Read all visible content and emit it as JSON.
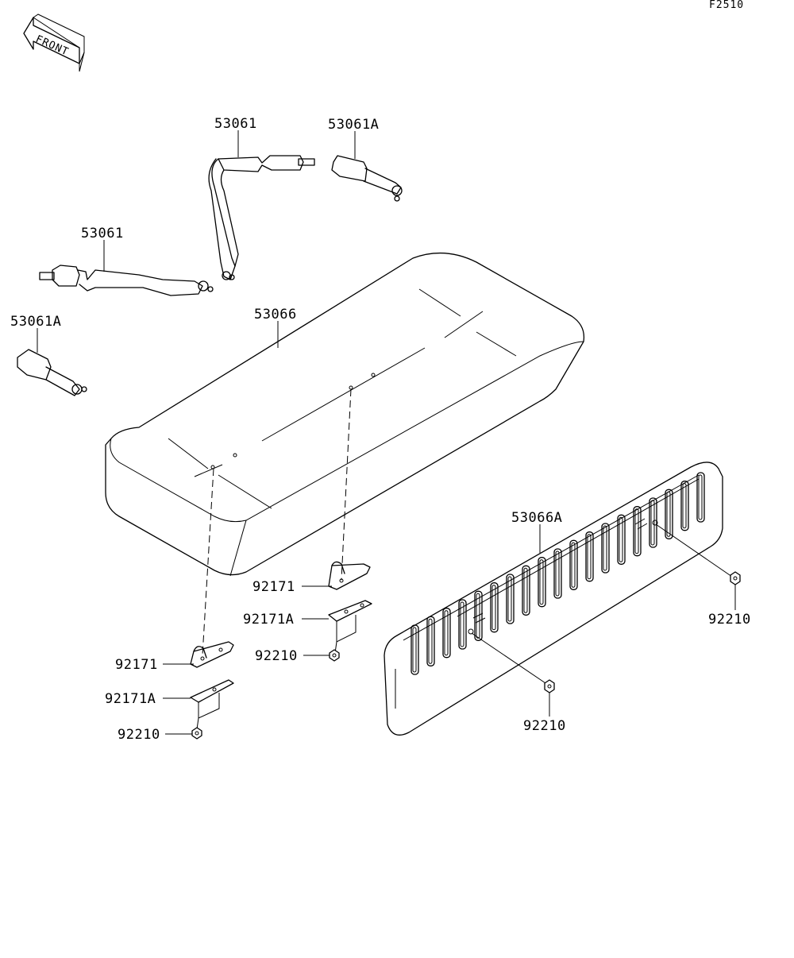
{
  "diagram_code": "F2510",
  "front_indicator": "FRONT",
  "labels": {
    "belt_right": "53061",
    "buckle_right": "53061A",
    "belt_left": "53061",
    "buckle_left": "53061A",
    "seat": "53066",
    "seat_back": "53066A",
    "bracket_center": "92171",
    "bracket_center_a": "92171A",
    "nut_center": "92210",
    "bracket_left": "92171",
    "bracket_left_a": "92171A",
    "nut_left": "92210",
    "nut_back_right": "92210",
    "nut_back_center": "92210"
  }
}
